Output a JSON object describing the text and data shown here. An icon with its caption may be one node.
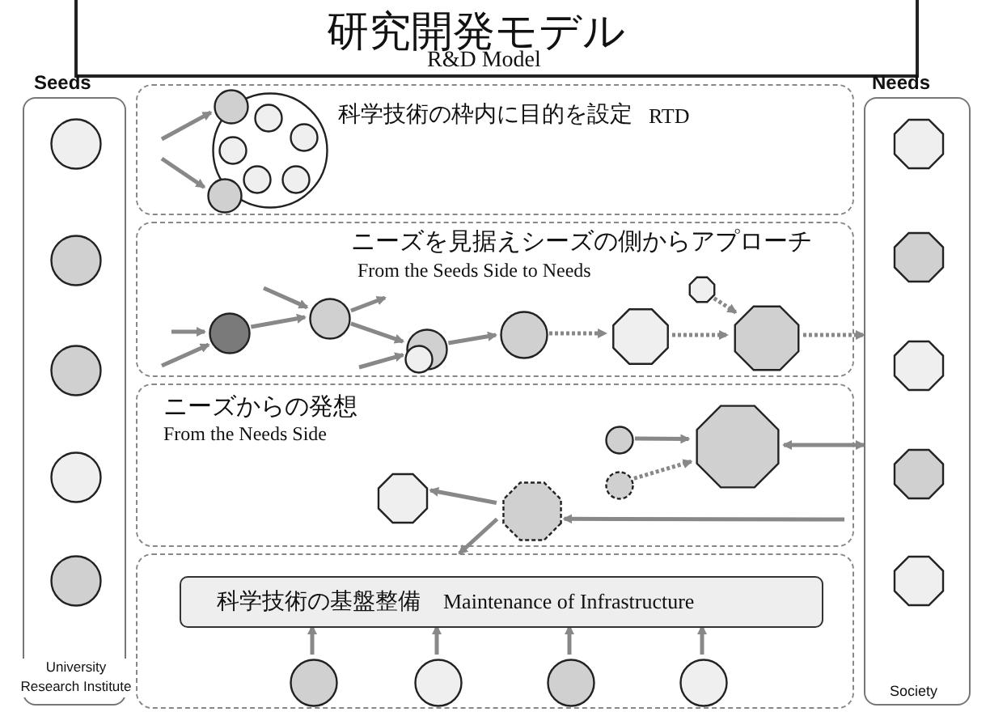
{
  "diagram": {
    "nodes": [
      {
        "text": [
          "研究開発モデル",
          "R&D Model"
        ]
      },
      {
        "text": [
          "Seeds",
          "University Research Institute"
        ]
      },
      {
        "text": [],
        "shape": "circle",
        "in": 1
      },
      {
        "text": [],
        "shape": "circle",
        "in": 1
      },
      {
        "text": [],
        "shape": "circle",
        "in": 1
      },
      {
        "text": [],
        "shape": "circle",
        "in": 1
      },
      {
        "text": [],
        "shape": "circle",
        "in": 1
      },
      {
        "text": [
          "Needs",
          "Society"
        ]
      },
      {
        "text": [],
        "shape": "octagon",
        "in": 7
      },
      {
        "text": [],
        "shape": "octagon",
        "in": 7
      },
      {
        "text": [],
        "shape": "octagon",
        "in": 7
      },
      {
        "text": [],
        "shape": "octagon",
        "in": 7
      },
      {
        "text": [],
        "shape": "octagon",
        "in": 7
      },
      {
        "text": [
          "科学技術の枠内に目的を設定",
          "RTD"
        ]
      },
      {
        "text": [],
        "shape": "circle",
        "in": 13
      },
      {
        "text": [],
        "shape": "circle",
        "in": 13
      },
      {
        "text": [],
        "shape": "circle",
        "in": 13
      },
      {
        "text": [],
        "shape": "circle",
        "in": 14
      },
      {
        "text": [],
        "shape": "circle",
        "in": 14
      },
      {
        "text": [],
        "shape": "circle",
        "in": 14
      },
      {
        "text": [],
        "shape": "circle",
        "in": 14
      },
      {
        "text": [],
        "shape": "circle",
        "in": 14
      },
      {
        "text": [
          "ニーズを見据えシーズの側からアプローチ",
          "From the Seeds Side to Needs"
        ]
      },
      {
        "text": [],
        "shape": "circle",
        "in": 22
      },
      {
        "text": [],
        "shape": "circle",
        "in": 22
      },
      {
        "text": [],
        "shape": "circle",
        "in": 22
      },
      {
        "text": [],
        "shape": "circle",
        "in": 22
      },
      {
        "text": [],
        "shape": "circle",
        "in": 22
      },
      {
        "text": [],
        "shape": "octagon",
        "in": 22
      },
      {
        "text": [],
        "shape": "octagon",
        "in": 22
      },
      {
        "text": [],
        "shape": "octagon",
        "in": 22
      },
      {
        "text": [
          "ニーズからの発想",
          "From the Needs Side"
        ]
      },
      {
        "text": [],
        "shape": "circle",
        "in": 31
      },
      {
        "text": [],
        "shape": "circle",
        "in": 31
      },
      {
        "text": [],
        "shape": "octagon",
        "in": 31
      },
      {
        "text": [],
        "shape": "octagon",
        "in": 31
      },
      {
        "text": [],
        "shape": "octagon",
        "in": 31
      },
      {
        "text": [],
        "shape": "box"
      },
      {
        "text": [
          "科学技術の基盤整備",
          "Maintenance of Infrastructure"
        ],
        "in": 37
      },
      {
        "text": [],
        "shape": "circle",
        "in": 37
      },
      {
        "text": [],
        "shape": "circle",
        "in": 37
      },
      {
        "text": [],
        "shape": "circle",
        "in": 37
      },
      {
        "text": [],
        "shape": "circle",
        "in": 37
      }
    ],
    "edges": [
      {
        "from": null,
        "to": 15,
        "arrow": "to"
      },
      {
        "from": null,
        "to": 16,
        "arrow": "to"
      },
      {
        "from": null,
        "to": 23,
        "arrow": "to"
      },
      {
        "from": null,
        "to": 23,
        "arrow": "to"
      },
      {
        "from": 23,
        "to": 24,
        "arrow": "to"
      },
      {
        "from": null,
        "to": 24,
        "arrow": "to"
      },
      {
        "from": 24,
        "to": null,
        "arrow": "to"
      },
      {
        "from": 24,
        "to": 25,
        "arrow": "to"
      },
      {
        "from": null,
        "to": 25,
        "arrow": "to"
      },
      {
        "from": 25,
        "to": 27,
        "arrow": "to"
      },
      {
        "from": 27,
        "to": 28,
        "arrow": "to",
        "style": "dashed"
      },
      {
        "from": 28,
        "to": 30,
        "arrow": "to",
        "style": "dashed"
      },
      {
        "from": 29,
        "to": 30,
        "arrow": "to",
        "style": "dashed"
      },
      {
        "from": 30,
        "to": 7,
        "arrow": "to",
        "style": "dashed"
      },
      {
        "from": 32,
        "to": 34,
        "arrow": "to"
      },
      {
        "from": 33,
        "to": 34,
        "arrow": "to",
        "style": "dashed"
      },
      {
        "from": 34,
        "to": 7,
        "arrow": "both"
      },
      {
        "from": null,
        "to": 36,
        "arrow": "to"
      },
      {
        "from": 36,
        "to": 35,
        "arrow": "to"
      },
      {
        "from": 36,
        "to": 37,
        "arrow": "to"
      },
      {
        "from": 39,
        "to": 38,
        "arrow": "to"
      },
      {
        "from": 40,
        "to": 38,
        "arrow": "to"
      },
      {
        "from": 41,
        "to": 38,
        "arrow": "to"
      },
      {
        "from": 42,
        "to": 38,
        "arrow": "to"
      }
    ]
  }
}
